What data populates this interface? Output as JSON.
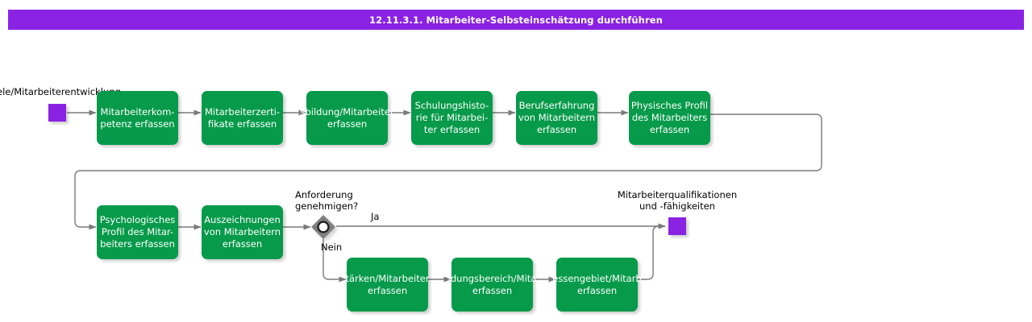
{
  "header": {
    "title": "12.11.3.1. Mitarbeiter-Selbsteinschätzung durchführen",
    "bg_color": "#8A22E3",
    "text_color": "#FFFFFF"
  },
  "colors": {
    "process_green": "#069A4A",
    "terminator_purple": "#8A22E3",
    "decision_gray": "#808080",
    "edge_gray": "#808080",
    "label_black": "#000000"
  },
  "captions": {
    "start_label": "ele/Mitarbeiterentwicklung",
    "decision_label": "Anforderung\ngenehmigen?",
    "branch_yes": "Ja",
    "branch_no": "Nein",
    "end_label": "Mitarbeiterqualifikationen\nund -fähigkeiten"
  },
  "nodes": {
    "start_terminator": "",
    "end_terminator": "",
    "row1": [
      {
        "id": "mitarbeiterkompetenz",
        "label": "Mitarbeiterkom-\npetenz erfassen"
      },
      {
        "id": "mitarbeiterzertifikate",
        "label": "Mitarbeiterzerti-\nfikate erfassen"
      },
      {
        "id": "ausbildung",
        "label": "sbildung/Mitarbeiter\nerfassen"
      },
      {
        "id": "schulungshistorie",
        "label": "Schulungshisto-\nrie für Mitarbei-\nter erfassen"
      },
      {
        "id": "berufserfahrung",
        "label": "Berufserfahrung\nvon Mitarbeitern\nerfassen"
      },
      {
        "id": "physisches-profil",
        "label": "Physisches Profil\ndes Mitarbeiters\nerfassen"
      }
    ],
    "row2": [
      {
        "id": "psychologisches-profil",
        "label": "Psychologisches\nProfil des Mitar-\nbeiters erfassen"
      },
      {
        "id": "auszeichnungen",
        "label": "Auszeichnungen\nvon Mitarbeitern\nerfassen"
      }
    ],
    "row3": [
      {
        "id": "staerken",
        "label": "tärken/Mitarbeiter\nerfassen"
      },
      {
        "id": "weiterbildungsbereich",
        "label": "ldungsbereich/Mita\nerfassen"
      },
      {
        "id": "interessengebiet",
        "label": "essengebiet/Mitarb\nerfassen"
      }
    ]
  },
  "decision": {
    "id": "anforderung-genehmigen",
    "shape": "diamond-with-circle"
  }
}
